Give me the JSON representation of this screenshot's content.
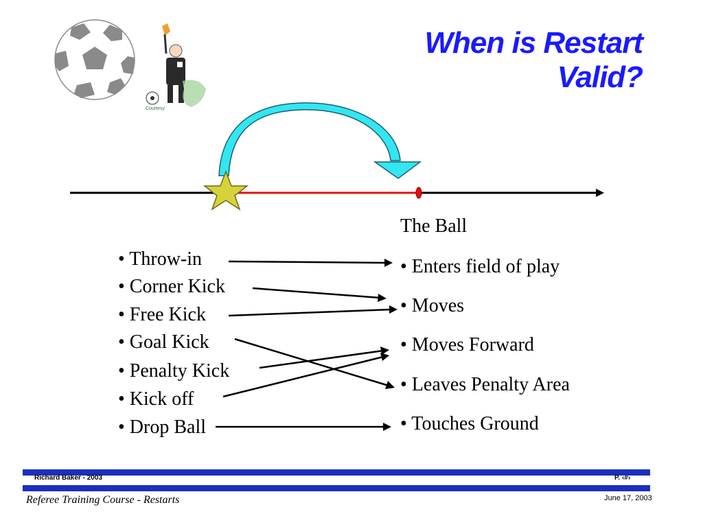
{
  "slide": {
    "title_line1": "When is Restart",
    "title_line2": "Valid?",
    "ball_label": "The Ball",
    "restarts": [
      "• Throw-in",
      "• Corner Kick",
      "• Free Kick",
      "• Goal Kick",
      "• Penalty Kick",
      "• Kick off",
      "• Drop Ball"
    ],
    "conditions": [
      "• Enters field of play",
      "• Moves",
      "• Moves Forward",
      "• Leaves Penalty Area",
      "• Touches Ground"
    ]
  },
  "footer": {
    "author": "Richard Baker - 2003",
    "page": "P. ‹#›",
    "course": "Referee Training Course - Restarts",
    "date": "June 17, 2003"
  },
  "icons": [
    "soccer-ball-icon",
    "referee-clipart-icon",
    "star-icon",
    "curved-arrow-icon"
  ],
  "colors": {
    "title": "#1a1aff",
    "footer_band": "#1b2fbf",
    "red_segment": "#e01010",
    "arrow_fill": "#33e6f0",
    "star_fill": "#d8d23a"
  }
}
